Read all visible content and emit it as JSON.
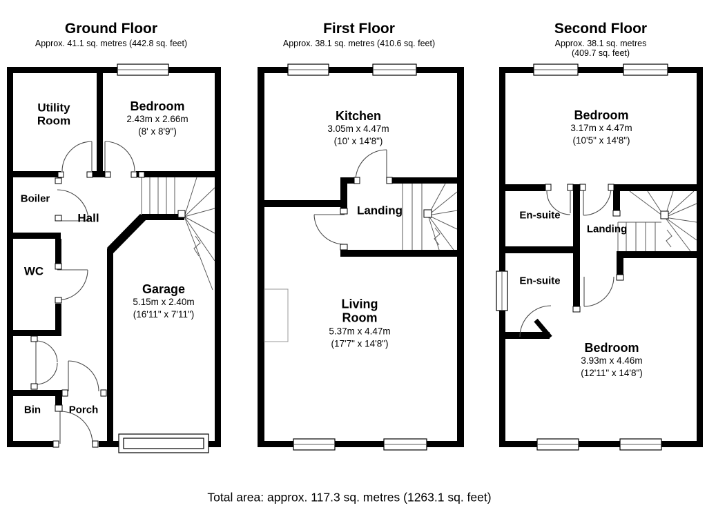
{
  "footer": {
    "total_area": "Total area: approx. 117.3 sq. metres (1263.1 sq. feet)"
  },
  "floors": [
    {
      "title": "Ground Floor",
      "area": "Approx. 41.1 sq. metres (442.8 sq. feet)",
      "rooms": [
        {
          "name": "Utility Room"
        },
        {
          "name": "Bedroom",
          "dims_metric": "2.43m x 2.66m",
          "dims_imperial": "(8' x 8'9\")"
        },
        {
          "name": "Boiler"
        },
        {
          "name": "Hall"
        },
        {
          "name": "WC"
        },
        {
          "name": "Garage",
          "dims_metric": "5.15m x 2.40m",
          "dims_imperial": "(16'11\" x 7'11\")"
        },
        {
          "name": "Bin"
        },
        {
          "name": "Porch"
        }
      ]
    },
    {
      "title": "First Floor",
      "area": "Approx. 38.1 sq. metres (410.6 sq. feet)",
      "rooms": [
        {
          "name": "Kitchen",
          "dims_metric": "3.05m x 4.47m",
          "dims_imperial": "(10' x 14'8\")"
        },
        {
          "name": "Landing"
        },
        {
          "name": "Living Room",
          "dims_metric": "5.37m x 4.47m",
          "dims_imperial": "(17'7\" x 14'8\")"
        }
      ]
    },
    {
      "title": "Second Floor",
      "area": "Approx. 38.1 sq. metres (409.7 sq. feet)",
      "rooms": [
        {
          "name": "Bedroom",
          "dims_metric": "3.17m x 4.47m",
          "dims_imperial": "(10'5\" x 14'8\")"
        },
        {
          "name": "En-suite"
        },
        {
          "name": "Landing"
        },
        {
          "name": "En-suite"
        },
        {
          "name": "Bedroom",
          "dims_metric": "3.93m x 4.46m",
          "dims_imperial": "(12'11\" x 14'8\")"
        }
      ]
    }
  ]
}
